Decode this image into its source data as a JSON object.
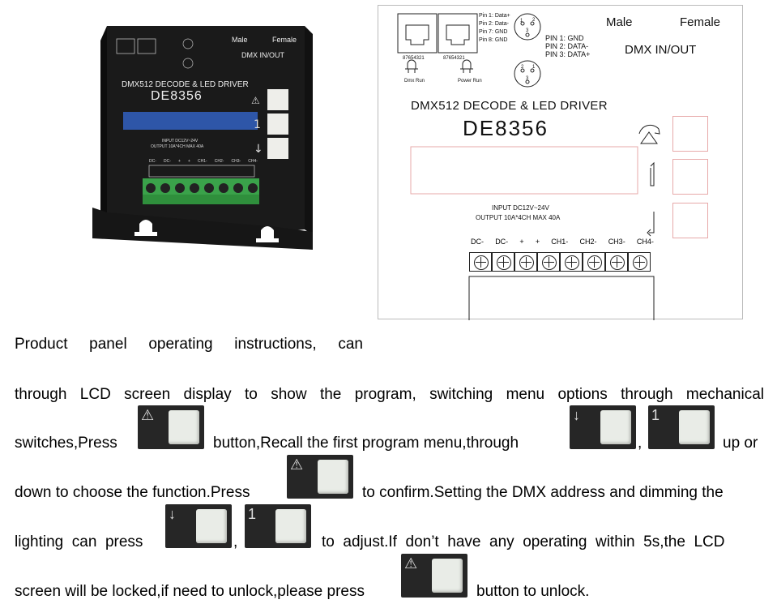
{
  "photo": {
    "header": {
      "male": "Male",
      "female": "Female",
      "dmx": "DMX IN/OUT"
    },
    "title": "DMX512 DECODE & LED DRIVER",
    "model": "DE8356",
    "input": "INPUT DC12V~24V",
    "output": "OUTPUT 10A*4CH  MAX 40A",
    "terminals": [
      "DC-",
      "DC-",
      "+",
      "+",
      "CH1-",
      "CH2-",
      "CH3-",
      "CH4-"
    ]
  },
  "diagram": {
    "rj45_pins": [
      "Pin 1: Data+",
      "Pin 2: Data-",
      "Pin 7: GND",
      "Pin 8: GND"
    ],
    "rj45_numbers": [
      "87654321",
      "87654321"
    ],
    "leds": [
      "Dmx Run",
      "Power Run"
    ],
    "xlr_pins": [
      "PIN 1: GND",
      "PIN 2: DATA-",
      "PIN 3: DATA+"
    ],
    "xlr_male_numbers": [
      "1",
      "2",
      "3"
    ],
    "xlr_female_numbers": [
      "2",
      "1",
      "3"
    ],
    "male": "Male",
    "female": "Female",
    "dmx": "DMX IN/OUT",
    "title": "DMX512 DECODE & LED DRIVER",
    "model": "DE8356",
    "input": "INPUT DC12V~24V",
    "output": "OUTPUT 10A*4CH  MAX 40A",
    "terminals": [
      "DC-",
      "DC-",
      "+",
      "+",
      "CH1-",
      "CH2-",
      "CH3-",
      "CH4-"
    ]
  },
  "text": {
    "line1": [
      "Product",
      "panel",
      "operating",
      "instructions,",
      "can"
    ],
    "line2": [
      "through",
      "LCD",
      "screen",
      "display",
      "to",
      "show",
      "the",
      "program,",
      "switching",
      "menu",
      "options",
      "through",
      "mechanical"
    ],
    "line3": {
      "a": "switches,Press",
      "b": "button,Recall the first program menu,through",
      "c": ",",
      "d": "up or"
    },
    "line4": {
      "a": "down to choose the function.Press",
      "b": "to confirm.Setting the DMX address and dimming the"
    },
    "line5": {
      "a": "lighting  can  press",
      "b": ",",
      "c": "to  adjust.If  don’t  have  any  operating  within  5s,the  LCD"
    },
    "line6": {
      "a": "screen will be locked,if need to unlock,please press",
      "b": "button to unlock."
    }
  }
}
